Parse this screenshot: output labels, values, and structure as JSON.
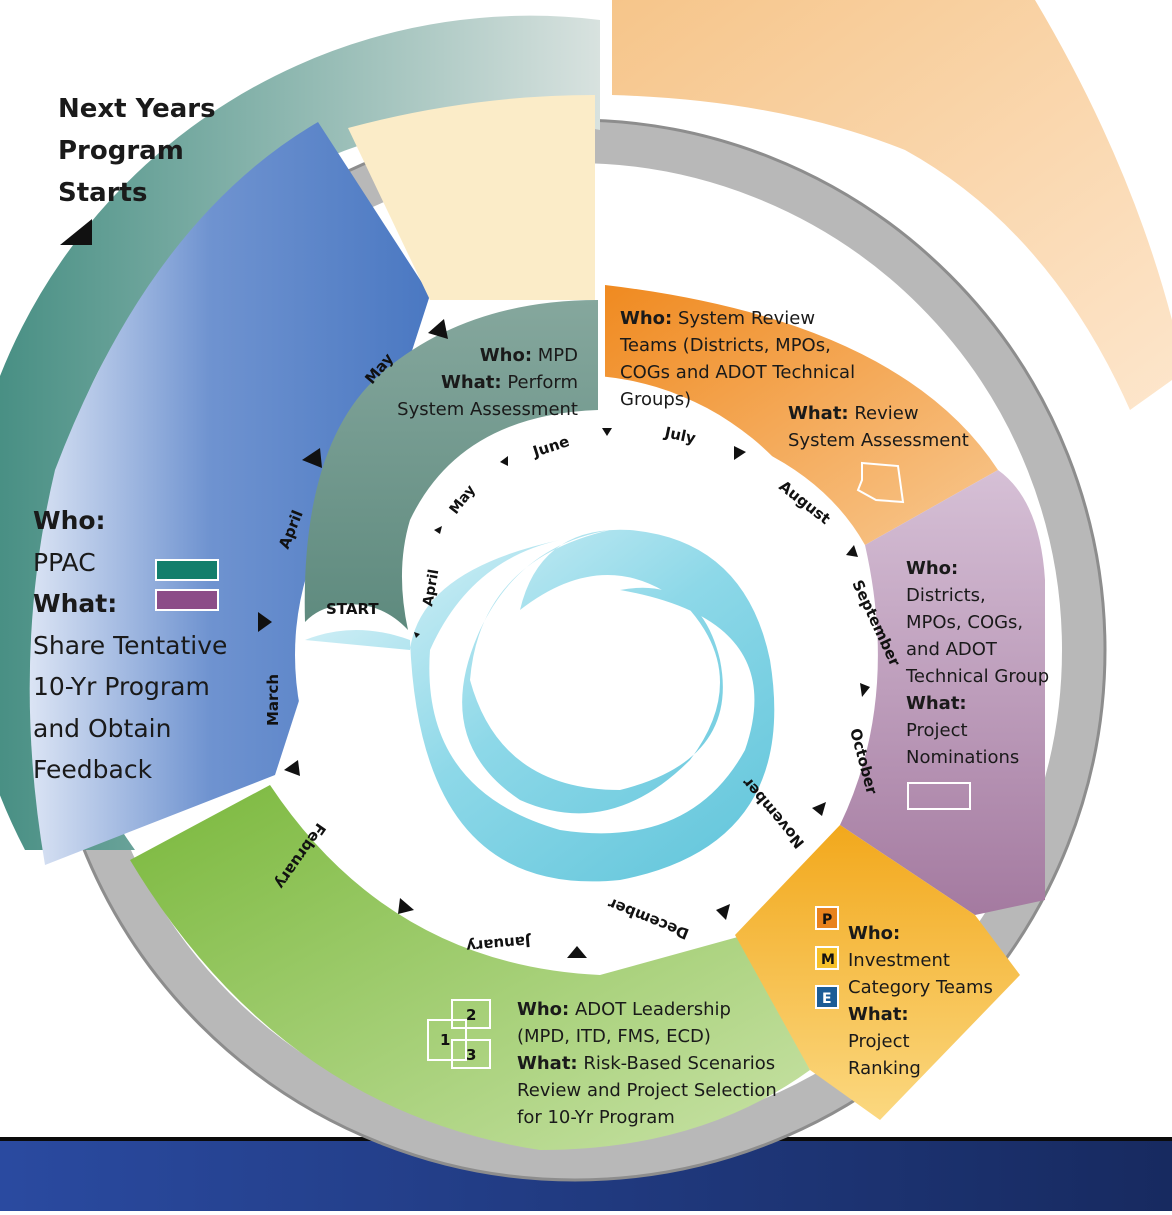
{
  "headline": {
    "lines": [
      "Next Years",
      "Program",
      "Starts"
    ]
  },
  "start_label": "START",
  "outer_months": [
    "May",
    "April",
    "March",
    "February",
    "January",
    "December",
    "November",
    "October",
    "September",
    "August",
    "July",
    "June"
  ],
  "inner_months": [
    "April",
    "May",
    "June"
  ],
  "phases": {
    "assessment": {
      "who_label": "Who:",
      "who": "MPD",
      "what_label": "What:",
      "what": "Perform",
      "what_line2": "System Assessment"
    },
    "review": {
      "who_label": "Who:",
      "who_lines": [
        "System Review",
        "Teams (Districts, MPOs,",
        "COGs and ADOT Technical",
        "Groups)"
      ],
      "what_label": "What:",
      "what": "Review",
      "what_line2": "System Assessment"
    },
    "nominations": {
      "who_label": "Who:",
      "who_lines": [
        "Districts,",
        "MPOs, COGs,",
        "and ADOT",
        "Technical Group"
      ],
      "what_label": "What:",
      "what_lines": [
        "Project",
        "Nominations"
      ]
    },
    "ranking": {
      "badges": [
        "P",
        "M",
        "E"
      ],
      "who_label": "Who:",
      "who_lines": [
        "Investment",
        "Category Teams"
      ],
      "what_label": "What:",
      "what_lines": [
        "Project",
        "Ranking"
      ]
    },
    "selection": {
      "scenario_numbers": [
        "1",
        "2",
        "3"
      ],
      "who_label": "Who:",
      "who": "ADOT Leadership",
      "who_line2": "(MPD, ITD, FMS, ECD)",
      "what_label": "What:",
      "what": "Risk-Based Scenarios",
      "what_lines": [
        "Review and Project Selection",
        "for 10-Yr Program"
      ]
    },
    "ppac": {
      "who_label": "Who:",
      "who": "PPAC",
      "what_label": "What:",
      "what_lines": [
        "Share Tentative",
        "10-Yr Program",
        "and Obtain",
        "Feedback"
      ]
    }
  },
  "colors": {
    "assessment": "#6f968c",
    "review": "#f0922c",
    "nominations": "#b48cb0",
    "ranking": "#f5b62a",
    "selection": "#8cc24a",
    "ppac": "#4a78c2",
    "spiral": "#76cfe0",
    "swatch_teal": "#137e6c",
    "swatch_purple": "#8c4d88",
    "badge_p": "#e8821e",
    "badge_m": "#f5c02a",
    "badge_e": "#1c5c96",
    "footer": "#1d3472"
  }
}
